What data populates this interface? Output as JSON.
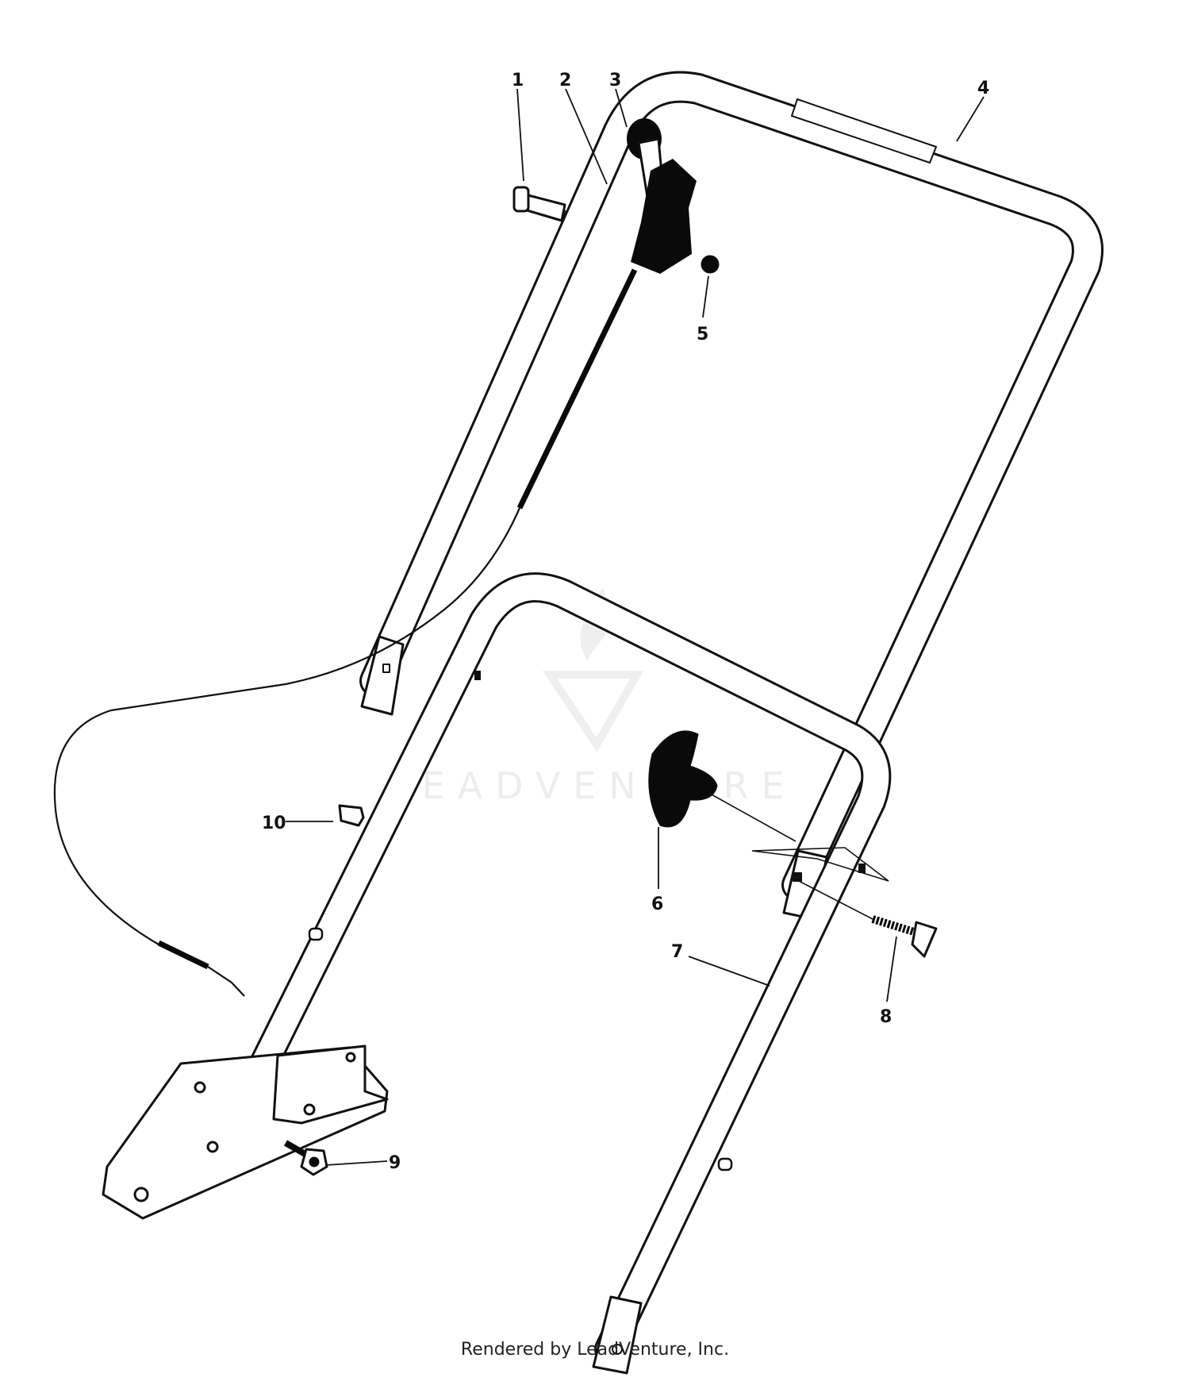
{
  "watermark": {
    "text": "LEADVENTURE"
  },
  "callouts": [
    {
      "id": "1",
      "label": "1"
    },
    {
      "id": "2",
      "label": "2"
    },
    {
      "id": "3",
      "label": "3"
    },
    {
      "id": "4",
      "label": "4"
    },
    {
      "id": "5",
      "label": "5"
    },
    {
      "id": "6",
      "label": "6"
    },
    {
      "id": "7",
      "label": "7"
    },
    {
      "id": "8",
      "label": "8"
    },
    {
      "id": "9",
      "label": "9"
    },
    {
      "id": "10",
      "label": "10"
    }
  ],
  "footer": {
    "text": "Rendered by LeadVenture, Inc."
  },
  "colors": {
    "line": "#111111",
    "fill": "#ffffff",
    "part_black": "#0a0a0a",
    "watermark": "#ededed"
  }
}
